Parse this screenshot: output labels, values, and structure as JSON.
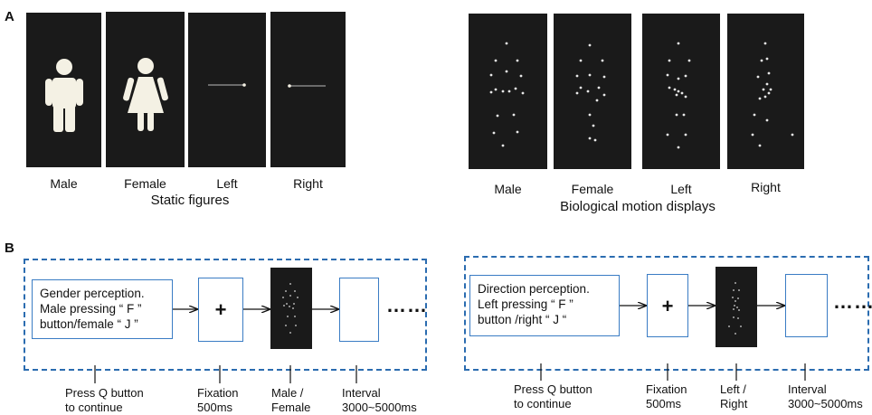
{
  "panels": {
    "a": {
      "label": "A",
      "static": {
        "group_caption": "Static figures",
        "items": [
          {
            "caption": "Male",
            "icon": "male-figure-icon"
          },
          {
            "caption": "Female",
            "icon": "female-figure-icon"
          },
          {
            "caption": "Left",
            "icon": "left-line-icon"
          },
          {
            "caption": "Right",
            "icon": "right-line-icon"
          }
        ]
      },
      "biological": {
        "group_caption": "Biological motion displays",
        "items": [
          {
            "caption": "Male"
          },
          {
            "caption": "Female"
          },
          {
            "caption": "Left"
          },
          {
            "caption": "Right"
          }
        ]
      }
    },
    "b": {
      "label": "B",
      "gender": {
        "instruction_lines": [
          "Gender perception.",
          "Male pressing “ F ”",
          "button/female “ J ”"
        ],
        "fixation_symbol": "+",
        "ellipsis": "……",
        "captions": {
          "press": [
            "Press Q button",
            "to continue"
          ],
          "fixation": [
            "Fixation",
            "500ms"
          ],
          "stimulus": [
            "Male /",
            "Female"
          ],
          "interval": [
            "Interval",
            "3000~5000ms"
          ]
        }
      },
      "direction": {
        "instruction_lines": [
          "Direction perception.",
          "Left pressing “ F ”",
          "button /right “ J “"
        ],
        "fixation_symbol": "+",
        "ellipsis": "……",
        "captions": {
          "press": [
            "Press Q  button",
            "to continue"
          ],
          "fixation": [
            "Fixation",
            "500ms"
          ],
          "stimulus": [
            "Left /",
            "Right"
          ],
          "interval": [
            "Interval",
            "3000~5000ms"
          ]
        }
      }
    }
  },
  "colors": {
    "stimulus_bg": "#1a1a1a",
    "figure": "#f4f1e4",
    "dash_border": "#2b6cb0",
    "box_border": "#3a7cc4"
  }
}
